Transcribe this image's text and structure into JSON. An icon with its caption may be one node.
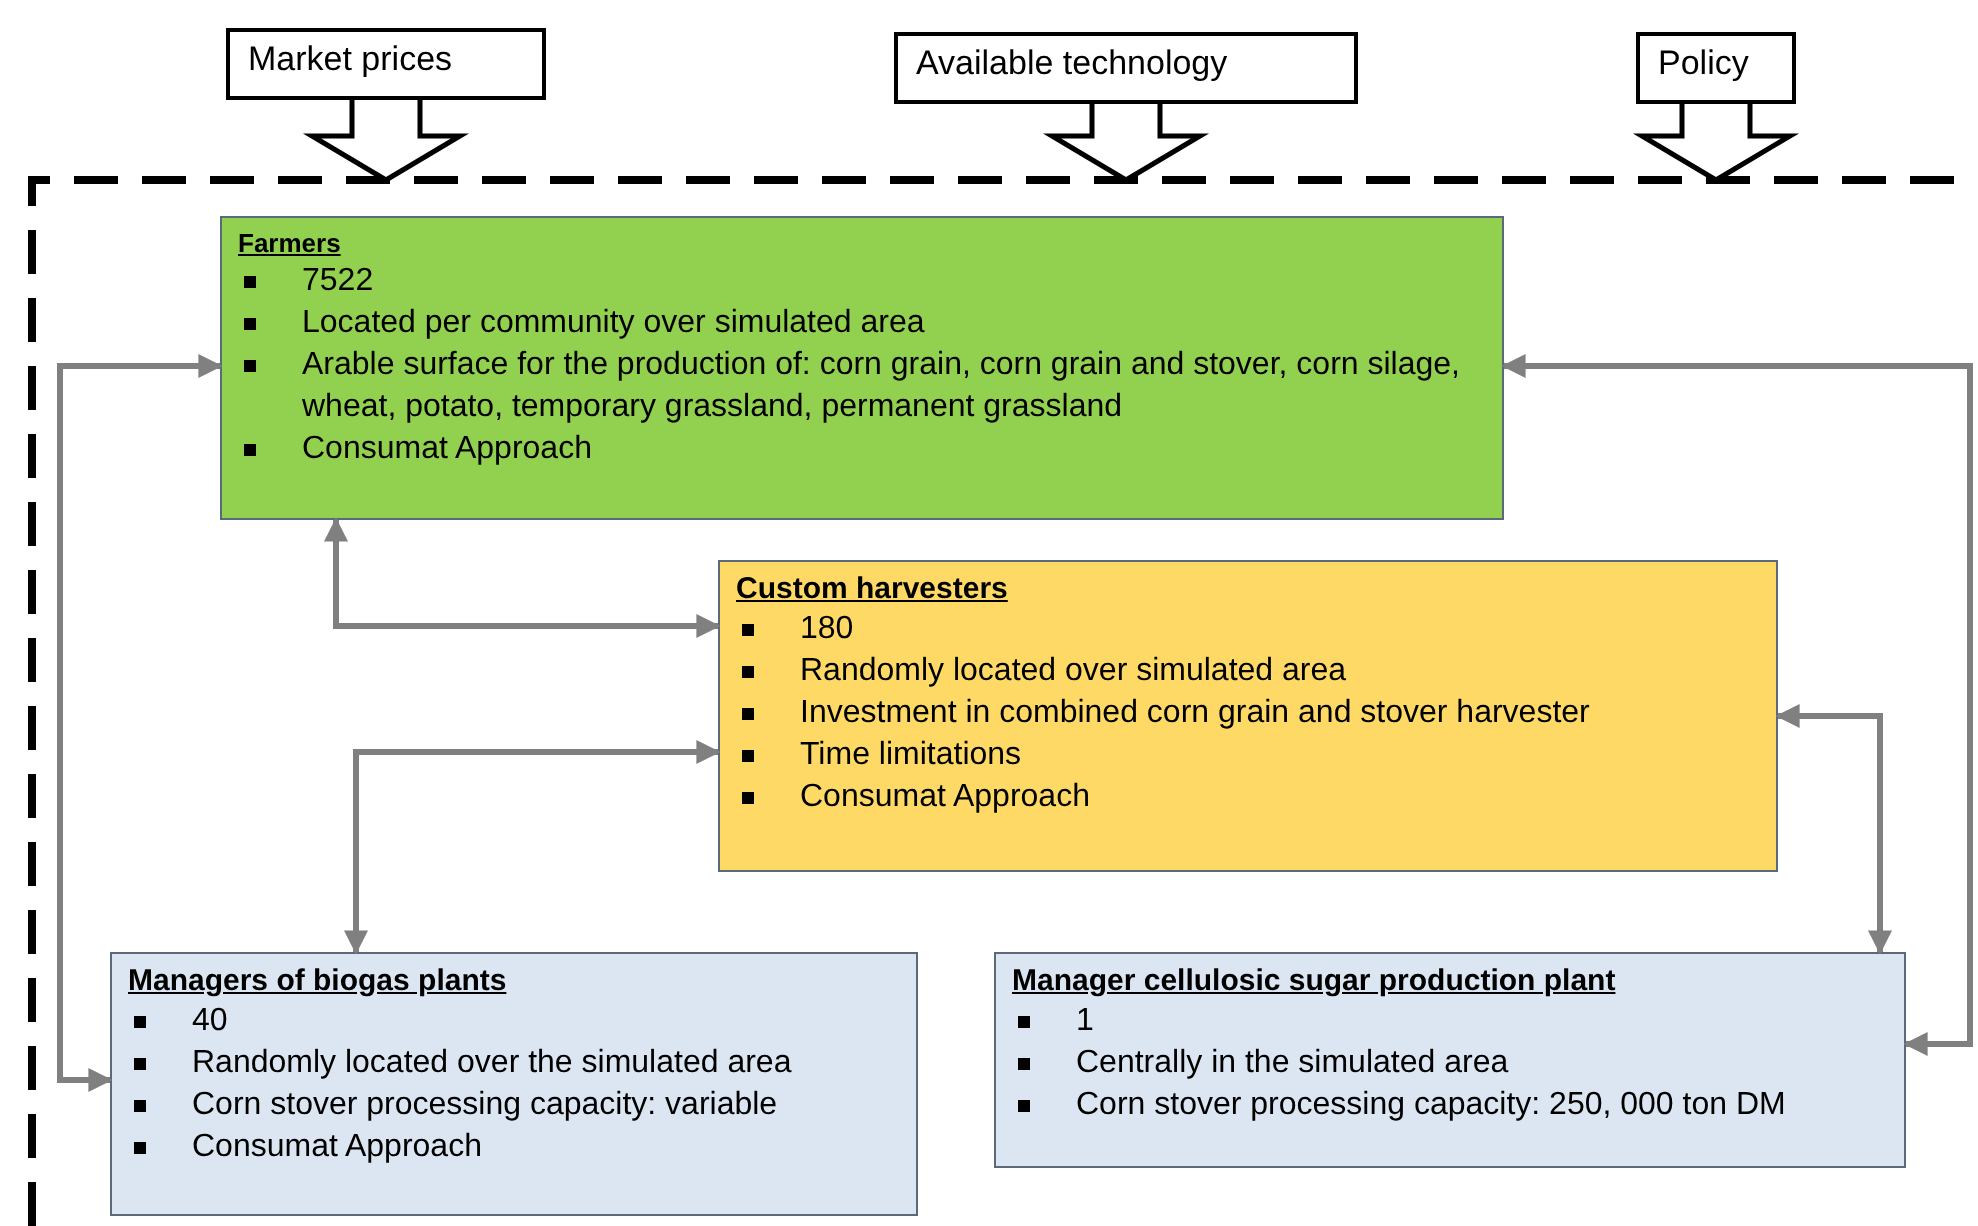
{
  "diagram": {
    "nodes": [
      {
        "text": [
          "Market prices"
        ]
      },
      {
        "text": [
          "Available technology"
        ]
      },
      {
        "text": [
          "Policy"
        ]
      },
      {
        "text": [],
        "shape": "box"
      },
      {
        "text": [
          "Farmers",
          "7522",
          "Located per community over simulated area",
          "Arable surface for the production of: corn grain, corn grain and stover, corn silage, wheat, potato,  temporary grassland, permanent grassland",
          "Consumat Approach"
        ],
        "in": 3
      },
      {
        "text": [
          "Custom harvesters",
          "180",
          "Randomly located over simulated area",
          "Investment in combined corn grain and stover harvester",
          "Time limitations",
          "Consumat Approach"
        ],
        "in": 3
      },
      {
        "text": [
          "Managers of biogas plants",
          "40",
          "Randomly located over the simulated area",
          "Corn stover processing capacity: variable",
          "Consumat Approach"
        ],
        "in": 3
      },
      {
        "text": [
          "Manager cellulosic sugar production plant",
          "1",
          "Centrally in the simulated area",
          "Corn stover processing capacity: 250, 000 ton DM"
        ],
        "in": 3
      }
    ],
    "edges": [
      {
        "from": 0,
        "to": 3,
        "arrow": "to",
        "style": "thick",
        "color": "#000000"
      },
      {
        "from": 1,
        "to": 3,
        "arrow": "to",
        "style": "thick",
        "color": "#000000"
      },
      {
        "from": 2,
        "to": 3,
        "arrow": "to",
        "style": "thick",
        "color": "#000000"
      },
      {
        "from": 4,
        "to": 6,
        "arrow": "both"
      },
      {
        "from": 4,
        "to": 5,
        "arrow": "both"
      },
      {
        "from": 5,
        "to": 6,
        "arrow": "both"
      },
      {
        "from": 5,
        "to": 7,
        "arrow": "both"
      },
      {
        "from": 4,
        "to": 7,
        "arrow": "both"
      }
    ]
  }
}
